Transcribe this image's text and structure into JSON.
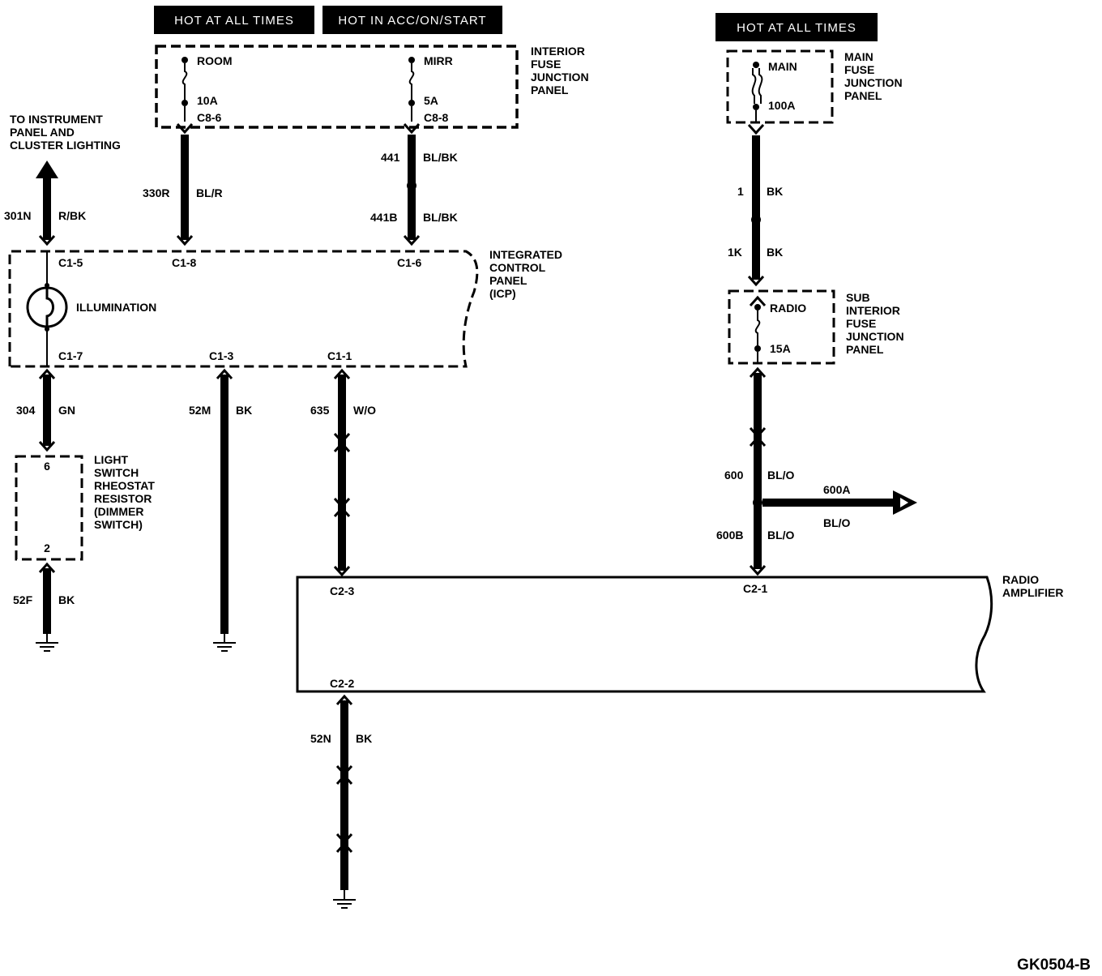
{
  "headers": {
    "hot_all_times_1": "HOT AT ALL TIMES",
    "hot_acc": "HOT IN ACC/ON/START",
    "hot_all_times_2": "HOT AT ALL TIMES"
  },
  "interior_fuse": {
    "panel_label": [
      "INTERIOR",
      "FUSE",
      "JUNCTION",
      "PANEL"
    ],
    "room_fuse": {
      "name": "ROOM",
      "amps": "10A",
      "connector": "C8-6"
    },
    "mirr_fuse": {
      "name": "MIRR",
      "amps": "5A",
      "connector": "C8-8"
    }
  },
  "main_fuse": {
    "panel_label": [
      "MAIN",
      "FUSE",
      "JUNCTION",
      "PANEL"
    ],
    "name": "MAIN",
    "amps": "100A"
  },
  "sub_fuse": {
    "panel_label": [
      "SUB",
      "INTERIOR",
      "FUSE",
      "JUNCTION",
      "PANEL"
    ],
    "name": "RADIO",
    "amps": "15A"
  },
  "instrument_arrow_label": [
    "TO INSTRUMENT",
    "PANEL AND",
    "CLUSTER LIGHTING"
  ],
  "wires": {
    "w301n": {
      "circuit": "301N",
      "color": "R/BK"
    },
    "w330r": {
      "circuit": "330R",
      "color": "BL/R"
    },
    "w441": {
      "circuit": "441",
      "color": "BL/BK"
    },
    "w441b": {
      "circuit": "441B",
      "color": "BL/BK"
    },
    "w304": {
      "circuit": "304",
      "color": "GN"
    },
    "w52m": {
      "circuit": "52M",
      "color": "BK"
    },
    "w635": {
      "circuit": "635",
      "color": "W/O"
    },
    "w52f": {
      "circuit": "52F",
      "color": "BK"
    },
    "w52n": {
      "circuit": "52N",
      "color": "BK"
    },
    "w1": {
      "circuit": "1",
      "color": "BK"
    },
    "w1k": {
      "circuit": "1K",
      "color": "BK"
    },
    "w600": {
      "circuit": "600",
      "color": "BL/O"
    },
    "w600a": {
      "circuit": "600A",
      "color": "BL/O"
    },
    "w600b": {
      "circuit": "600B",
      "color": "BL/O"
    }
  },
  "icp": {
    "label": [
      "INTEGRATED",
      "CONTROL",
      "PANEL",
      "(ICP)"
    ],
    "illumination": "ILLUMINATION",
    "pins": {
      "c1_5": "C1-5",
      "c1_8": "C1-8",
      "c1_6": "C1-6",
      "c1_7": "C1-7",
      "c1_3": "C1-3",
      "c1_1": "C1-1"
    }
  },
  "light_switch": {
    "label": [
      "LIGHT",
      "SWITCH",
      "RHEOSTAT",
      "RESISTOR",
      "(DIMMER",
      "SWITCH)"
    ],
    "pin_top": "6",
    "pin_bottom": "2"
  },
  "radio_amp": {
    "label": [
      "RADIO",
      "AMPLIFIER"
    ],
    "pins": {
      "c2_3": "C2-3",
      "c2_1": "C2-1",
      "c2_2": "C2-2"
    }
  },
  "diagram_code": "GK0504-B"
}
